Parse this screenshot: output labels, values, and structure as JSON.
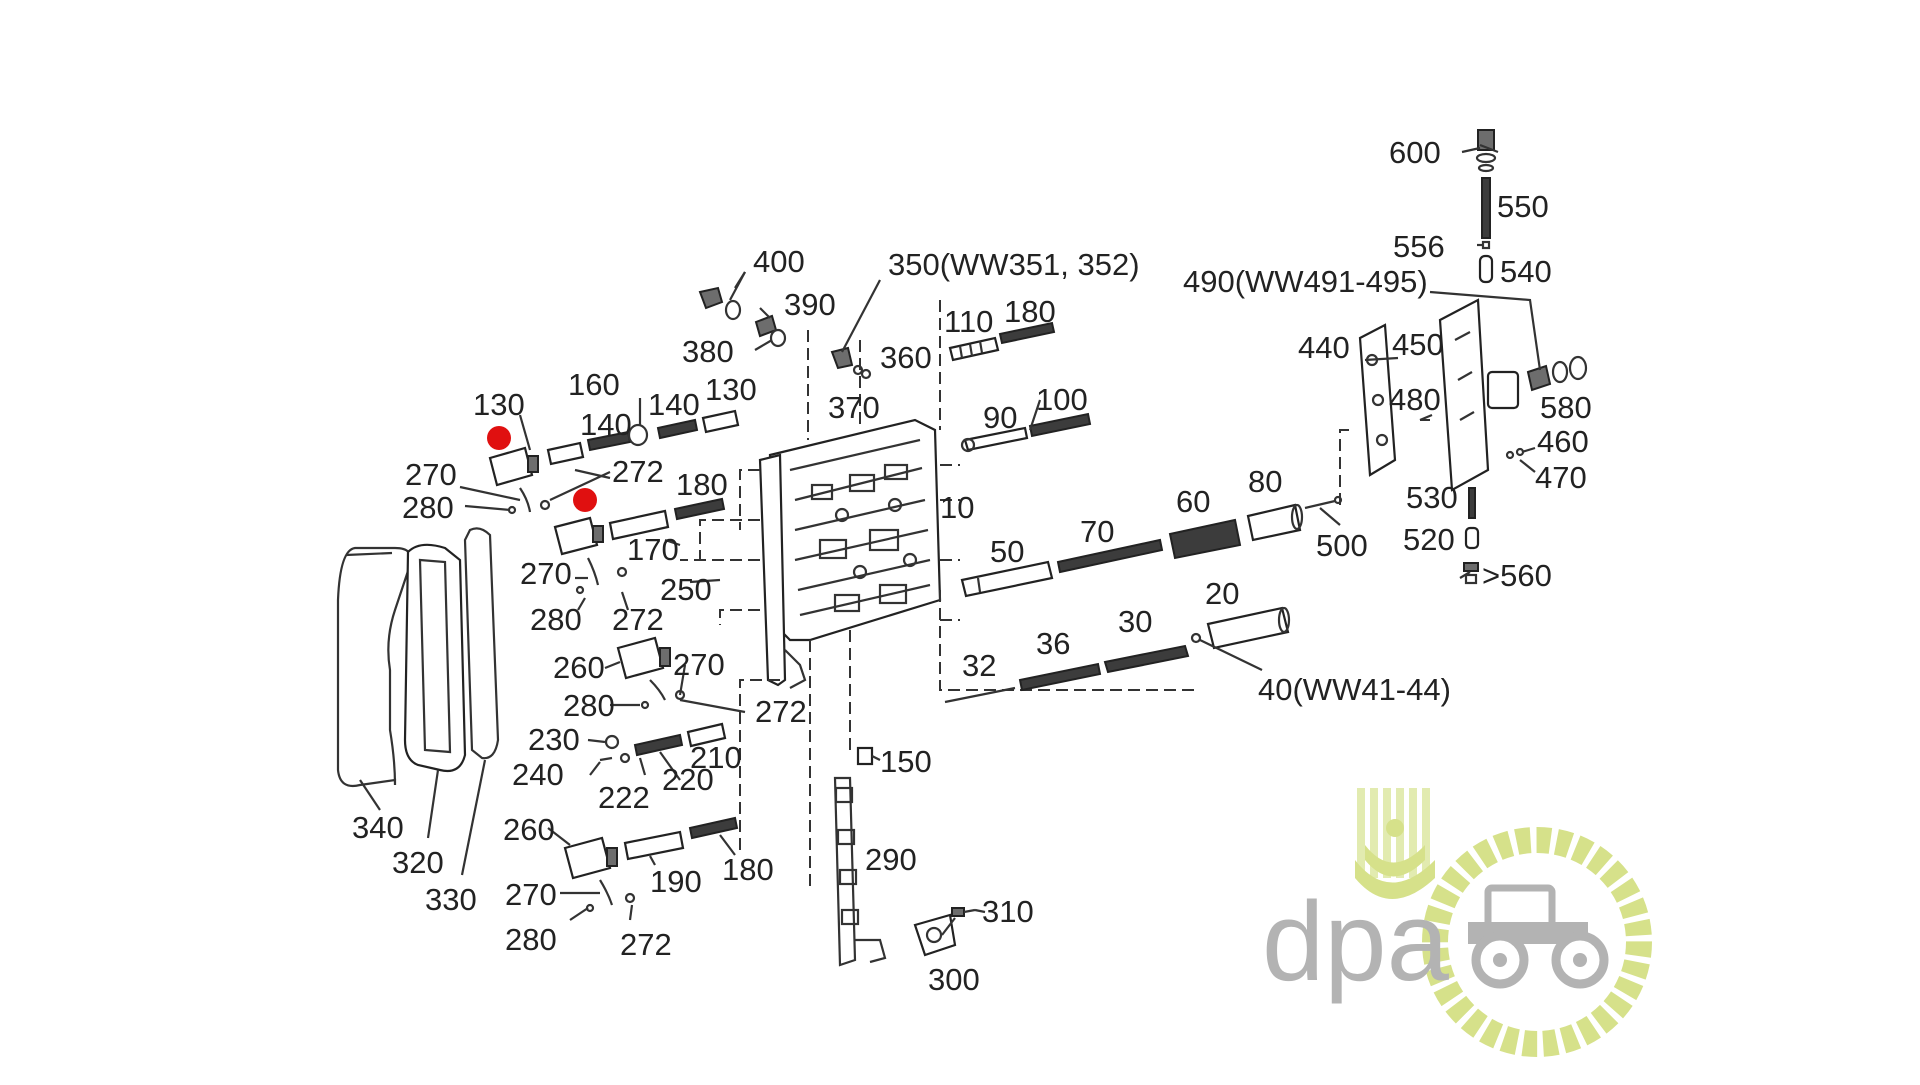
{
  "labels": {
    "l600": "600",
    "l550": "550",
    "l556": "556",
    "l540": "540",
    "l490": "490(WW491-495)",
    "l440": "440",
    "l450": "450",
    "l580": "580",
    "l480": "480",
    "l460": "460",
    "l470": "470",
    "l530": "530",
    "l520": "520",
    "l560": ">560",
    "l500": "500",
    "l80": "80",
    "l60": "60",
    "l70": "70",
    "l50": "50",
    "l10": "10",
    "l20": "20",
    "l30": "30",
    "l36": "36",
    "l32": "32",
    "l40": "40(WW41-44)",
    "l400": "400",
    "l390": "390",
    "l380": "380",
    "l350": "350(WW351, 352)",
    "l360": "360",
    "l370": "370",
    "l110": "110",
    "l180a": "180",
    "l90": "90",
    "l100": "100",
    "l160": "160",
    "l130a": "130",
    "l140a": "140",
    "l140b": "140",
    "l130b": "130",
    "l270a": "270",
    "l272a": "272",
    "l280a": "280",
    "l180b": "180",
    "l170": "170",
    "l270b": "270",
    "l280b": "280",
    "l272b": "272",
    "l250": "250",
    "l260a": "260",
    "l270c": "270",
    "l280c": "280",
    "l272c": "272",
    "l230": "230",
    "l210": "210",
    "l240": "240",
    "l220": "220",
    "l222": "222",
    "l260b": "260",
    "l180c": "180",
    "l190": "190",
    "l270d": "270",
    "l280d": "280",
    "l272d": "272",
    "l340": "340",
    "l320": "320",
    "l330": "330",
    "l150": "150",
    "l290": "290",
    "l310": "310",
    "l300": "300"
  },
  "logo": {
    "text": "dpa",
    "green": "#d6e18a",
    "grey": "#b3b3b3",
    "icon": "tractor-gear-icon"
  },
  "highlight_color": "#e01010"
}
